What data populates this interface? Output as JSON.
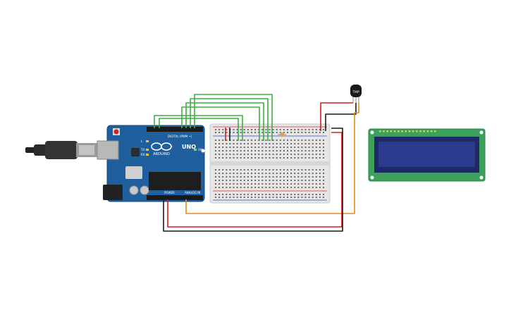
{
  "arduino": {
    "brand": "ARDUINO",
    "model": "UNO",
    "digital_label": "DIGITAL (PWM ~)",
    "power_label": "POWER",
    "analog_label": "ANALOG IN",
    "led_labels": [
      "L",
      "TX",
      "RX",
      "ON"
    ]
  },
  "sensor": {
    "label": "TMP"
  },
  "colors": {
    "board_blue": "#1f5f9e",
    "breadboard": "#e6e6e6",
    "lcd_pcb": "#3ca15a",
    "lcd_screen": "#2a3a8c",
    "wire_green": "#3cb043",
    "wire_red": "#d02020",
    "wire_black": "#1a1a1a",
    "wire_orange": "#e68a1e"
  },
  "icons": {
    "usb_cable": "usb-cable-icon",
    "reset": "reset-button-icon"
  }
}
